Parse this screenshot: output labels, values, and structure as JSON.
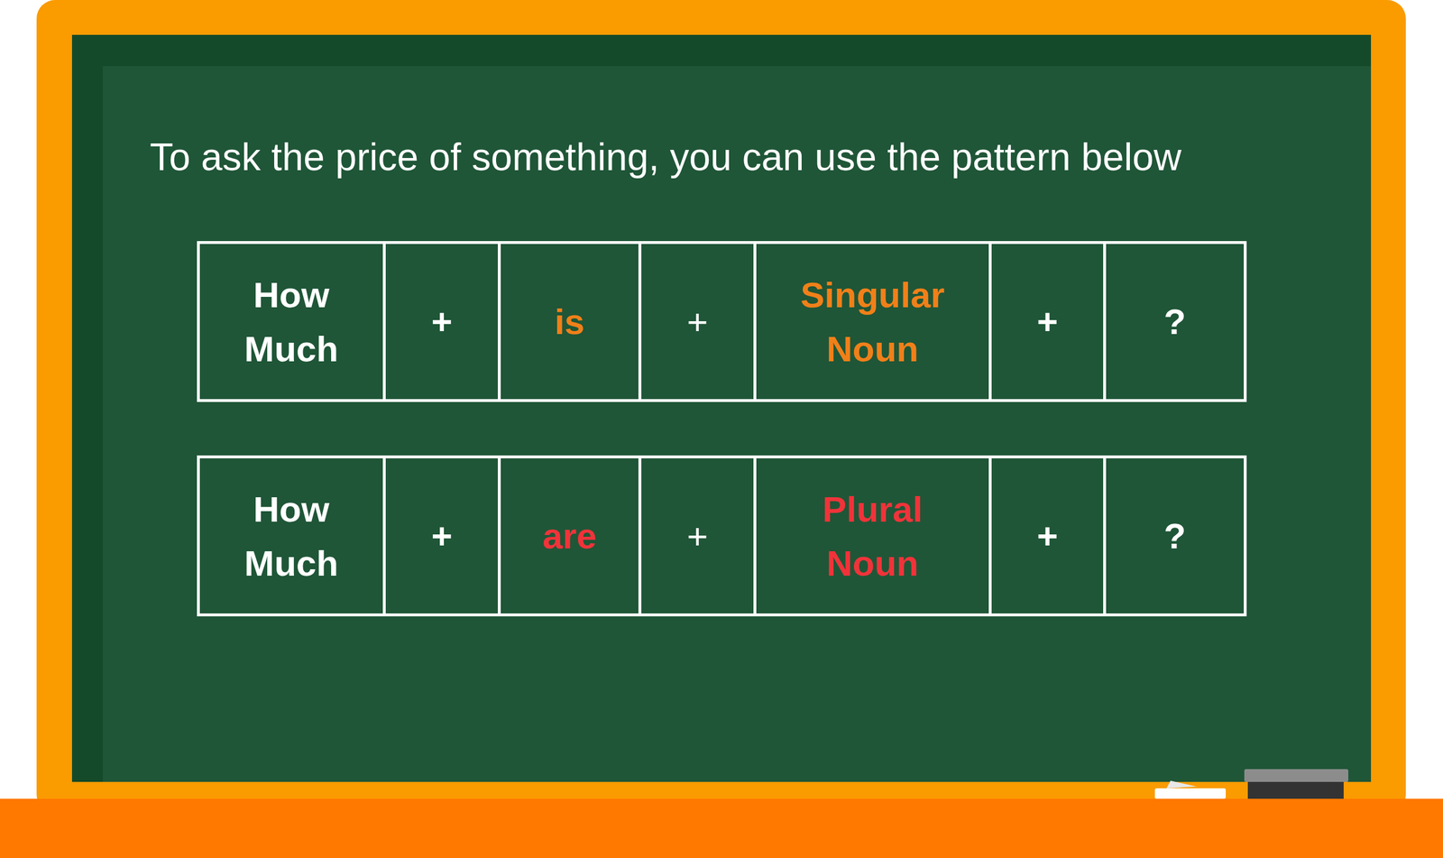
{
  "diagram": {
    "title": "To ask the price of something, you can use the pattern below",
    "labels": [
      "How Much",
      "+",
      "is",
      "+",
      "Singular Noun",
      "+",
      "?",
      "How Much",
      "+",
      "are",
      "+",
      "Plural Noun",
      "+",
      "?"
    ]
  }
}
